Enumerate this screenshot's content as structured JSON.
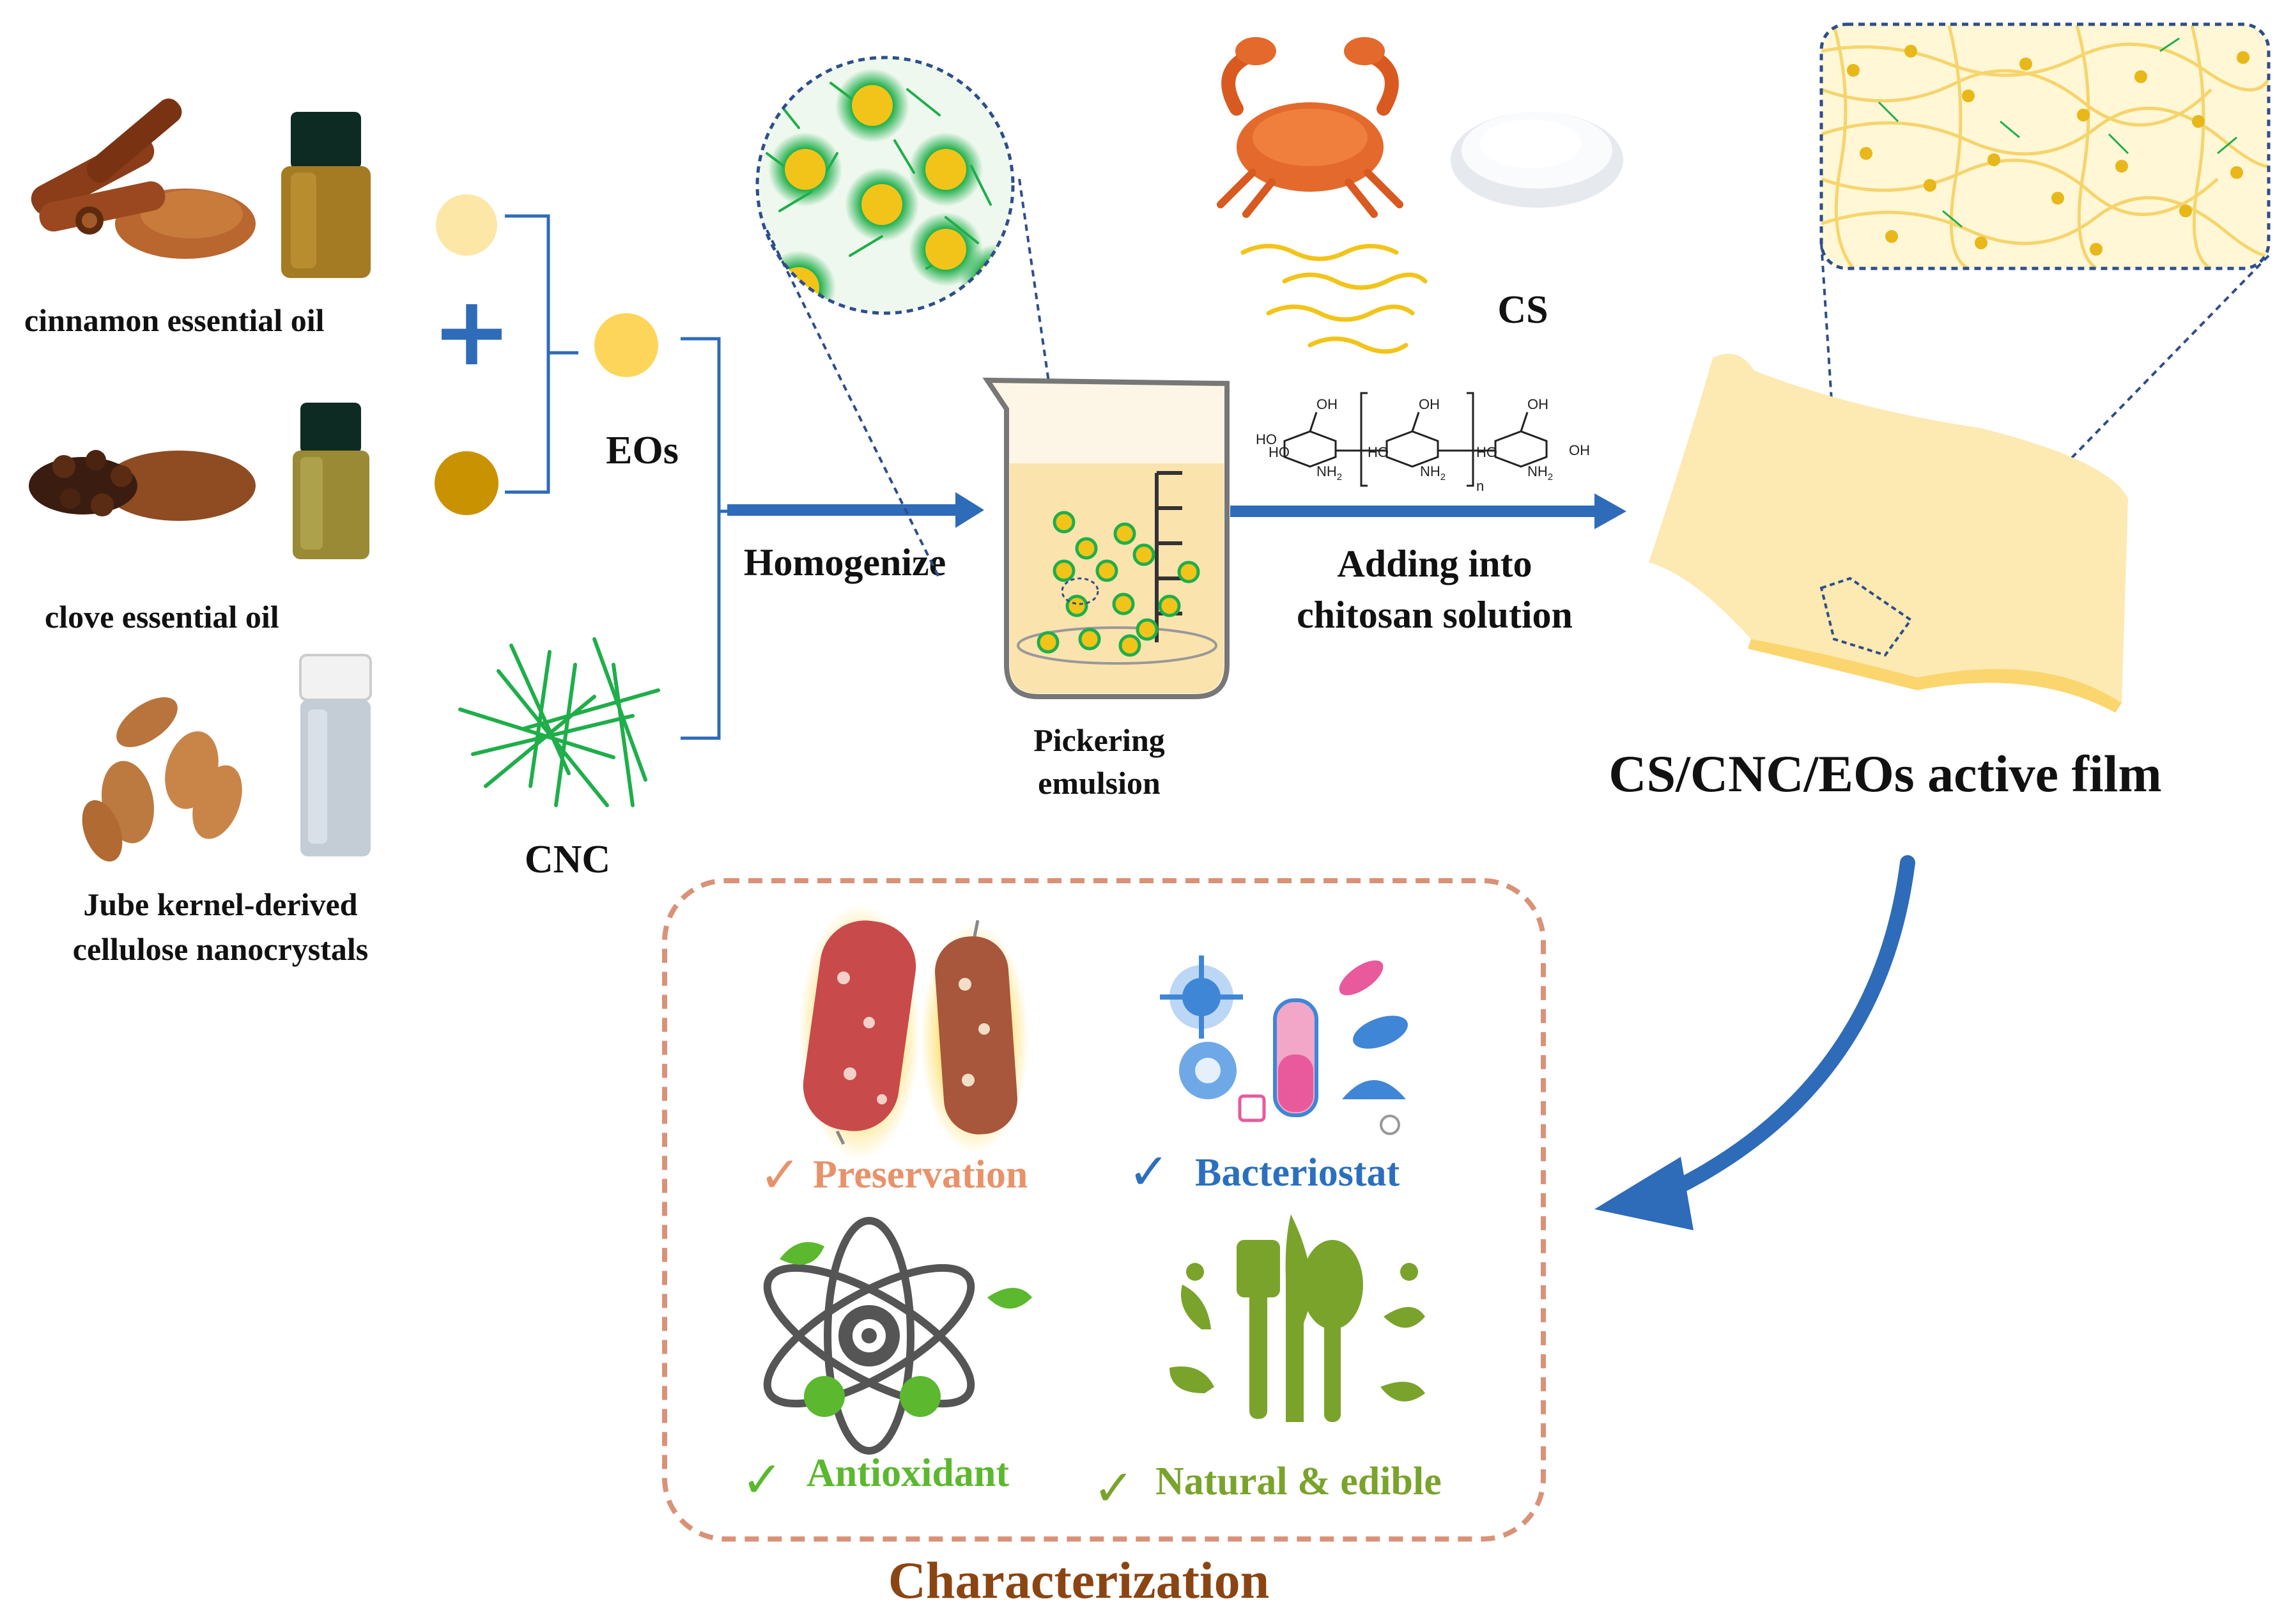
{
  "ingredients": {
    "cinnamon": "cinnamon essential oil",
    "clove": "clove essential oil",
    "jube_line1": "Jube kernel-derived",
    "jube_line2": "cellulose nanocrystals"
  },
  "components": {
    "plus": "+",
    "eos": "EOs",
    "cnc": "CNC",
    "cs": "CS"
  },
  "steps": {
    "homogenize": "Homogenize",
    "emulsion_line1": "Pickering",
    "emulsion_line2": "emulsion",
    "adding_line1": "Adding into",
    "adding_line2": "chitosan solution"
  },
  "chitosan_structure": {
    "oh": "OH",
    "ho": "HO",
    "nh2": "NH",
    "sub2": "2",
    "n": "n"
  },
  "film": {
    "title": "CS/CNC/EOs active film"
  },
  "characterization": {
    "title": "Characterization",
    "checkmark": "✓",
    "preservation": "Preservation",
    "bacteriostat": "Bacteriostat",
    "antioxidant": "Antioxidant",
    "natural_edible": "Natural & edible"
  },
  "colors": {
    "arrow_blue": "#2e6bb8",
    "cinnamon_oil": "#fde7a6",
    "clove_oil": "#c99200",
    "eos_mix": "#fdd55a",
    "cnc_green": "#1fae4a",
    "film_yellow": "#fde9b2",
    "box_border": "#d99277",
    "preservation": "#e8926a",
    "bacteriostat": "#2c6fbe",
    "antioxidant": "#5cb82e",
    "natural_edible": "#7aa32c",
    "characterization": "#8b4513"
  }
}
